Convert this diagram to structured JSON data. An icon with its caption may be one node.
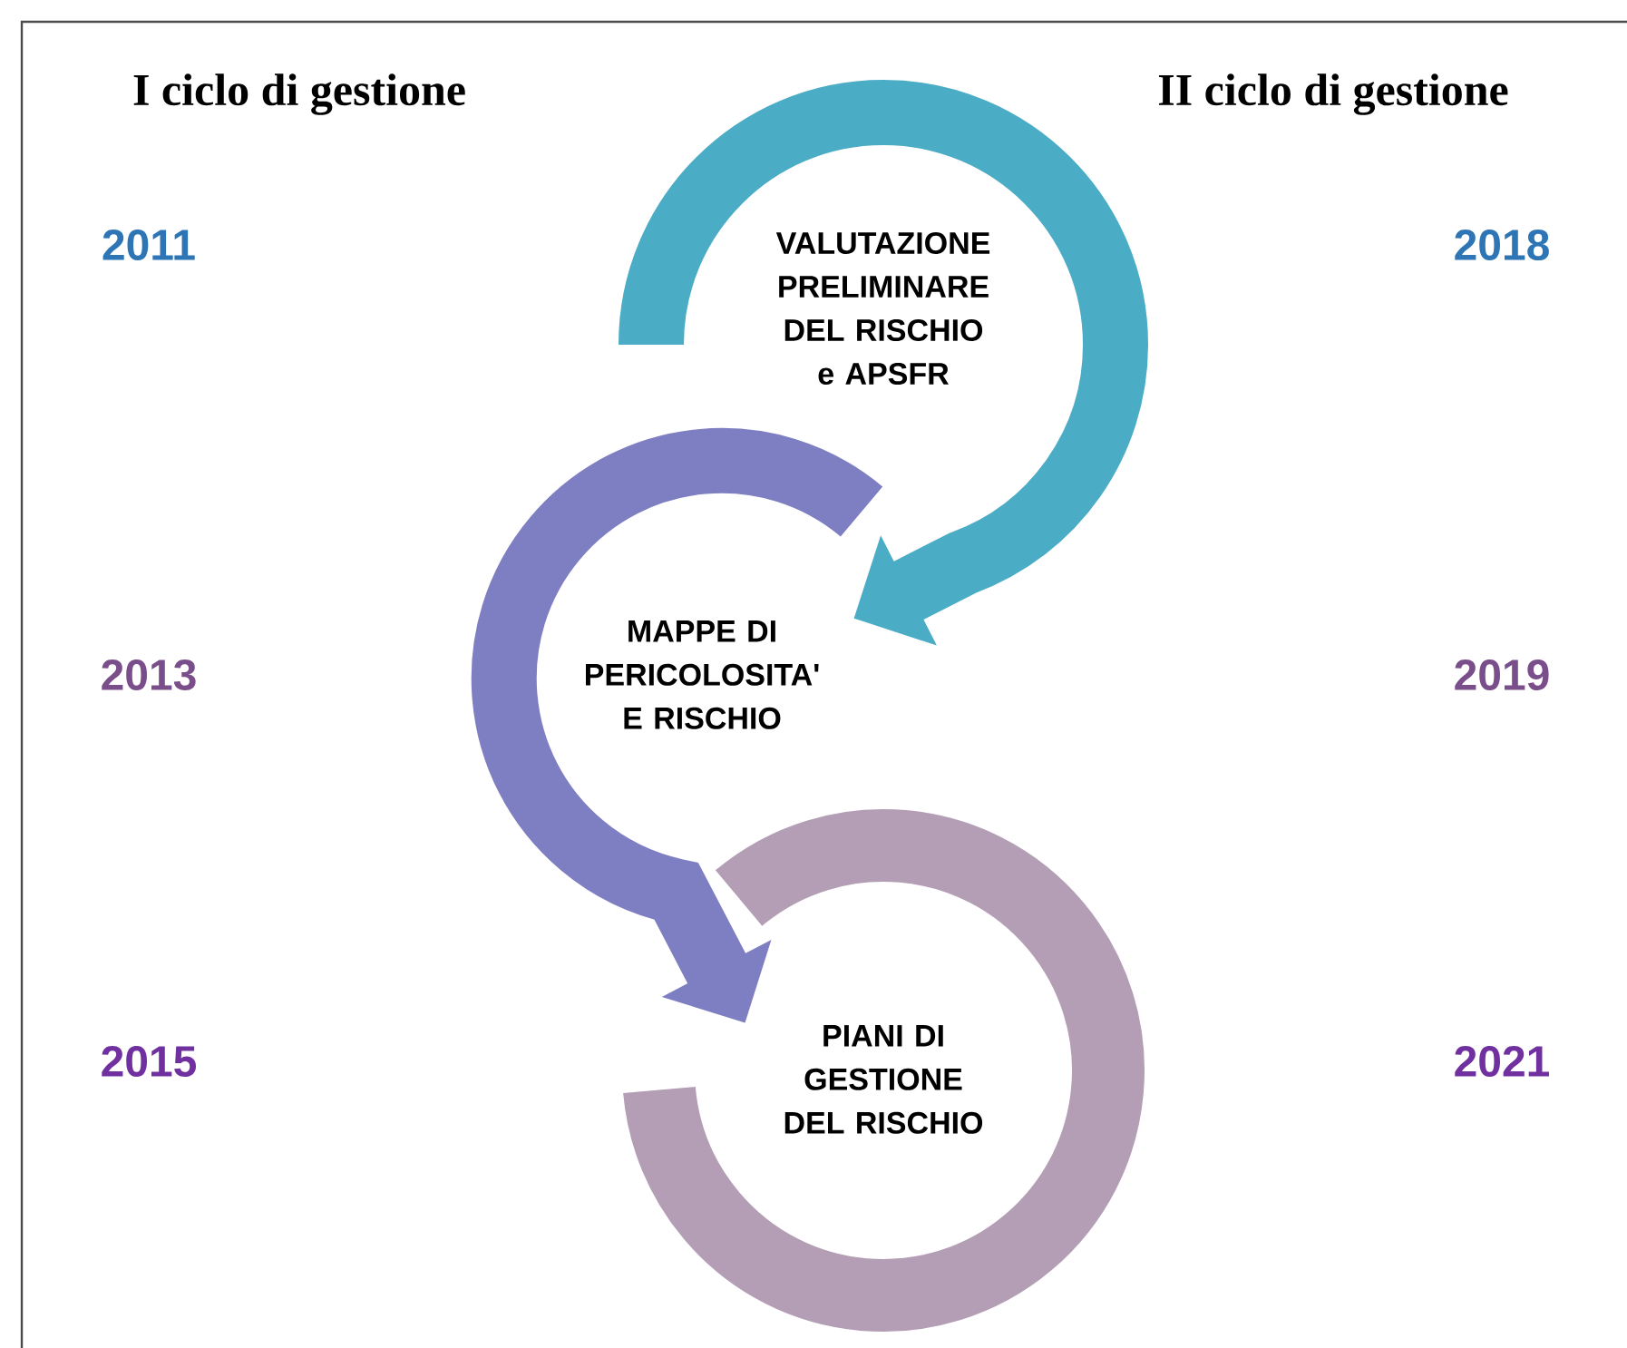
{
  "diagram": {
    "nodes": [
      {
        "text": [
          "VALUTAZIONE PRELIMINARE DEL RISCHIO e APSFR"
        ]
      },
      {
        "text": [
          "MAPPE DI PERICOLOSITA' E RISCHIO"
        ]
      },
      {
        "text": [
          "PIANI DI GESTIONE DEL RISCHIO"
        ]
      }
    ],
    "edges": [
      {
        "from": 0,
        "to": 1,
        "arrow": "to",
        "color": "#4bacc6"
      },
      {
        "from": 1,
        "to": 2,
        "arrow": "to",
        "color": "#7e7ec2"
      }
    ],
    "labels": [
      "I ciclo di gestione",
      "II ciclo di gestione",
      "2011",
      "2018",
      "2013",
      "2019",
      "2015",
      "2021"
    ]
  }
}
